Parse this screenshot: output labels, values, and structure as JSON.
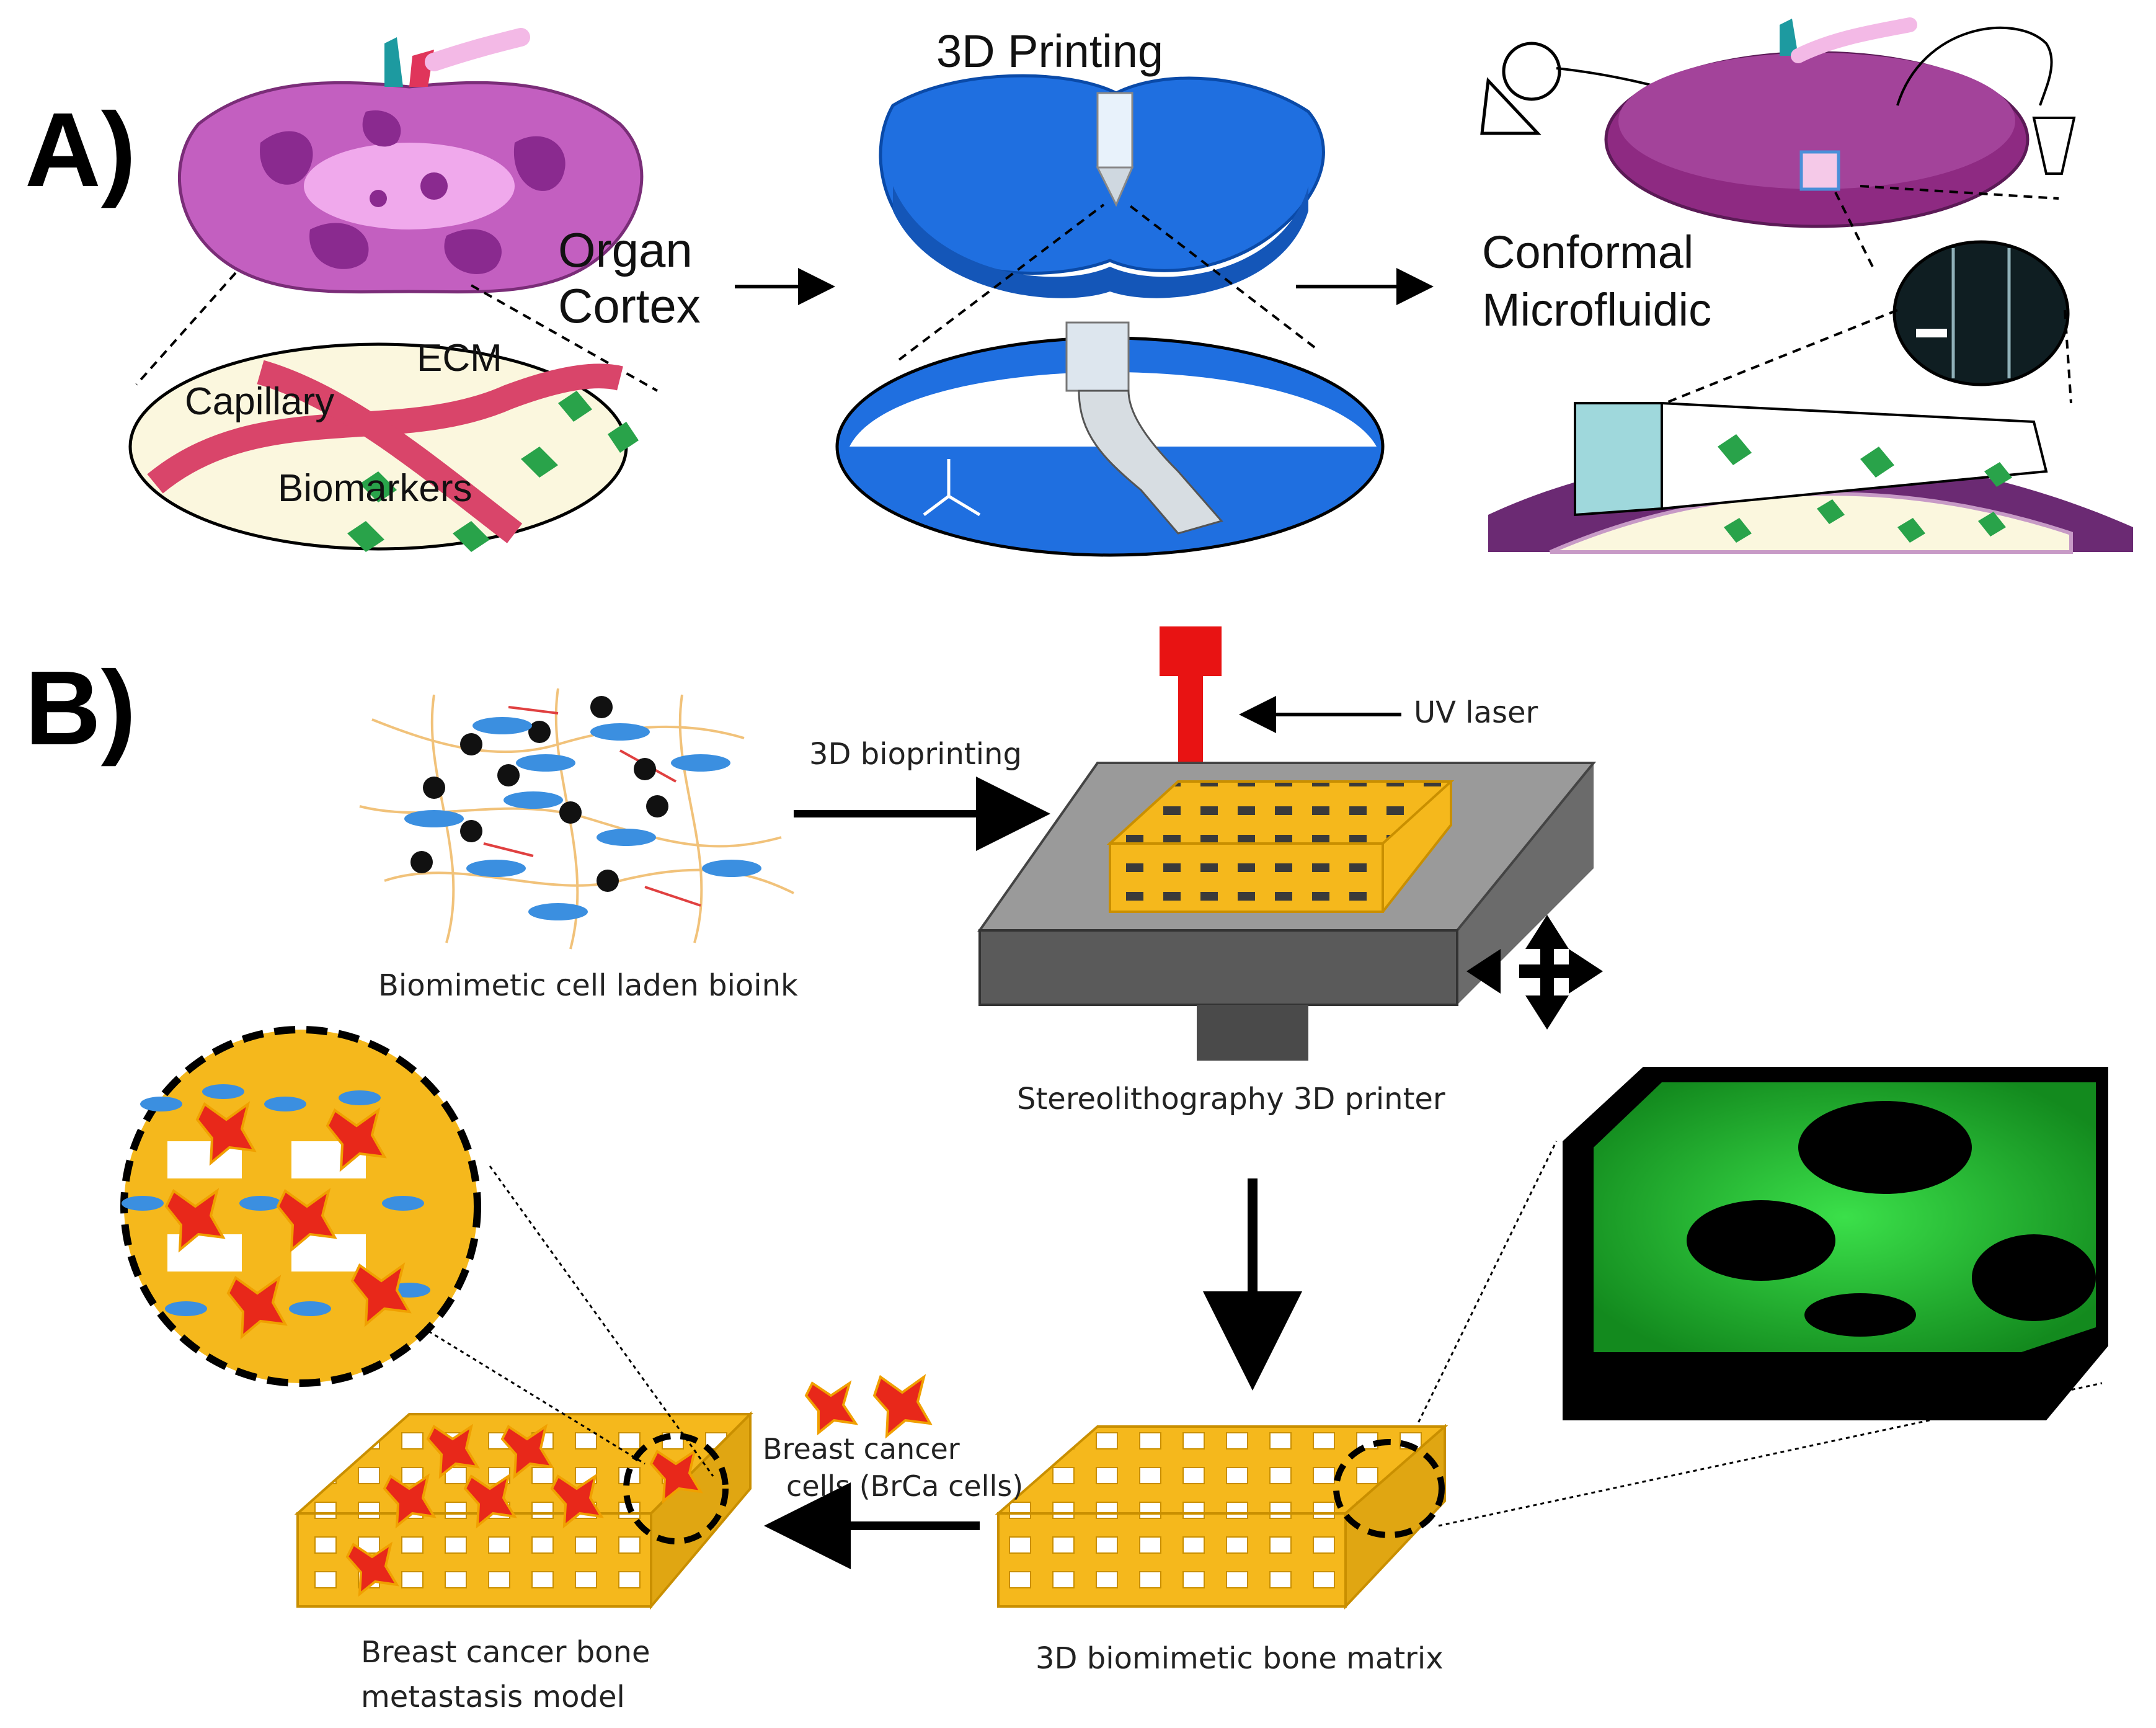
{
  "panel_a": {
    "letter": "A)",
    "title_3d": "3D Printing",
    "organ_line1": "Organ",
    "organ_line2": "Cortex",
    "ecm": "ECM",
    "capillary": "Capillary",
    "biomarkers": "Biomarkers",
    "conformal": "Conformal",
    "microfluidic": "Microfluidic"
  },
  "panel_b": {
    "letter": "B)",
    "uv_laser": "UV laser",
    "bioprinting": "3D bioprinting",
    "bioink": "Biomimetic cell laden bioink",
    "printer": "Stereolithography 3D printer",
    "brca_line1": "Breast cancer",
    "brca_line2": "cells (BrCa cells)",
    "bone_matrix": "3D biomimetic bone matrix",
    "model_line1": "Breast cancer bone",
    "model_line2": "metastasis model"
  },
  "colors": {
    "kidney": "#c35fc0",
    "kidney_medulla": "#8a2a8f",
    "printed_organ": "#1f6fe0",
    "capillary": "#d9456a",
    "scaffold": "#f5b81c",
    "cancer_cell": "#e8281a",
    "laser": "#e81313",
    "fluorescence": "#2ecc3a"
  }
}
